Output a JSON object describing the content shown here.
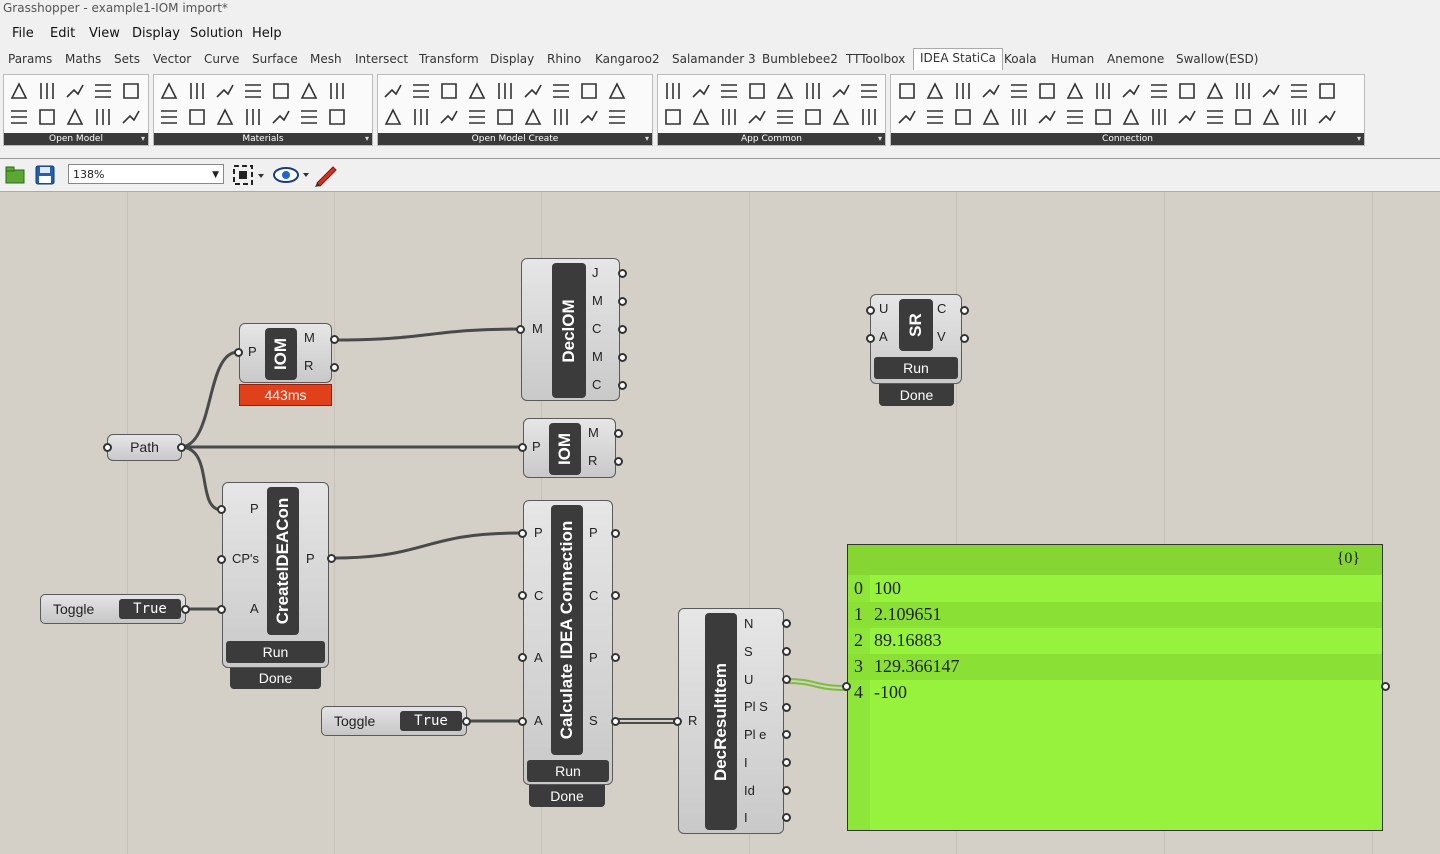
{
  "window": {
    "title": "Grasshopper - example1-IOM import*"
  },
  "menu": [
    "File",
    "Edit",
    "View",
    "Display",
    "Solution",
    "Help"
  ],
  "tabs": [
    "Params",
    "Maths",
    "Sets",
    "Vector",
    "Curve",
    "Surface",
    "Mesh",
    "Intersect",
    "Transform",
    "Display",
    "Rhino",
    "Kangaroo2",
    "Salamander 3",
    "Bumblebee2",
    "TTToolbox",
    "IDEA StatiCa",
    "Koala",
    "Human",
    "Anemone",
    "Swallow(ESD)"
  ],
  "active_tab": "IDEA StatiCa",
  "ribbon_panels": [
    "Open Model",
    "Materials",
    "Open Model Create",
    "App Common",
    "Connection"
  ],
  "toolbar": {
    "zoom": "138%"
  },
  "components": {
    "iom_top": {
      "name": "IOM",
      "inputs": [
        "P"
      ],
      "outputs": [
        "M",
        "R"
      ],
      "timing": "443ms"
    },
    "decl_iom": {
      "name": "DeclOM",
      "inputs": [
        "M"
      ],
      "outputs": [
        "J",
        "M",
        "C",
        "M",
        "C"
      ]
    },
    "sr": {
      "name": "SR",
      "inputs": [
        "U",
        "A"
      ],
      "outputs": [
        "C",
        "V"
      ],
      "run": "Run",
      "status": "Done"
    },
    "path": {
      "name": "Path"
    },
    "iom_mid": {
      "name": "IOM",
      "inputs": [
        "P"
      ],
      "outputs": [
        "M",
        "R"
      ]
    },
    "create_idea": {
      "name": "CreateIDEACon",
      "inputs": [
        "P",
        "CP's",
        "A"
      ],
      "outputs": [
        "P"
      ],
      "run": "Run",
      "status": "Done"
    },
    "toggle1": {
      "label": "Toggle",
      "value": "True"
    },
    "calc_idea": {
      "name": "Calculate IDEA Connection",
      "inputs": [
        "P",
        "C",
        "A",
        "A"
      ],
      "outputs": [
        "P",
        "C",
        "P",
        "S"
      ],
      "run": "Run",
      "status": "Done"
    },
    "toggle2": {
      "label": "Toggle",
      "value": "True"
    },
    "dec_result": {
      "name": "DecResultItem",
      "inputs": [
        "R"
      ],
      "outputs": [
        "N",
        "S",
        "U",
        "Pl S",
        "Pl e",
        "I",
        "Id",
        "I"
      ]
    }
  },
  "panel": {
    "path_tag": "{0}",
    "rows": [
      {
        "index": "0",
        "value": "100"
      },
      {
        "index": "1",
        "value": "2.109651"
      },
      {
        "index": "2",
        "value": "89.16883"
      },
      {
        "index": "3",
        "value": "129.366147"
      },
      {
        "index": "4",
        "value": "-100"
      }
    ]
  },
  "colors": {
    "panel_bg": "#96f23c",
    "warning": "#e0401a",
    "component_bar": "#3b3b3b",
    "canvas": "#d4d0c8"
  }
}
